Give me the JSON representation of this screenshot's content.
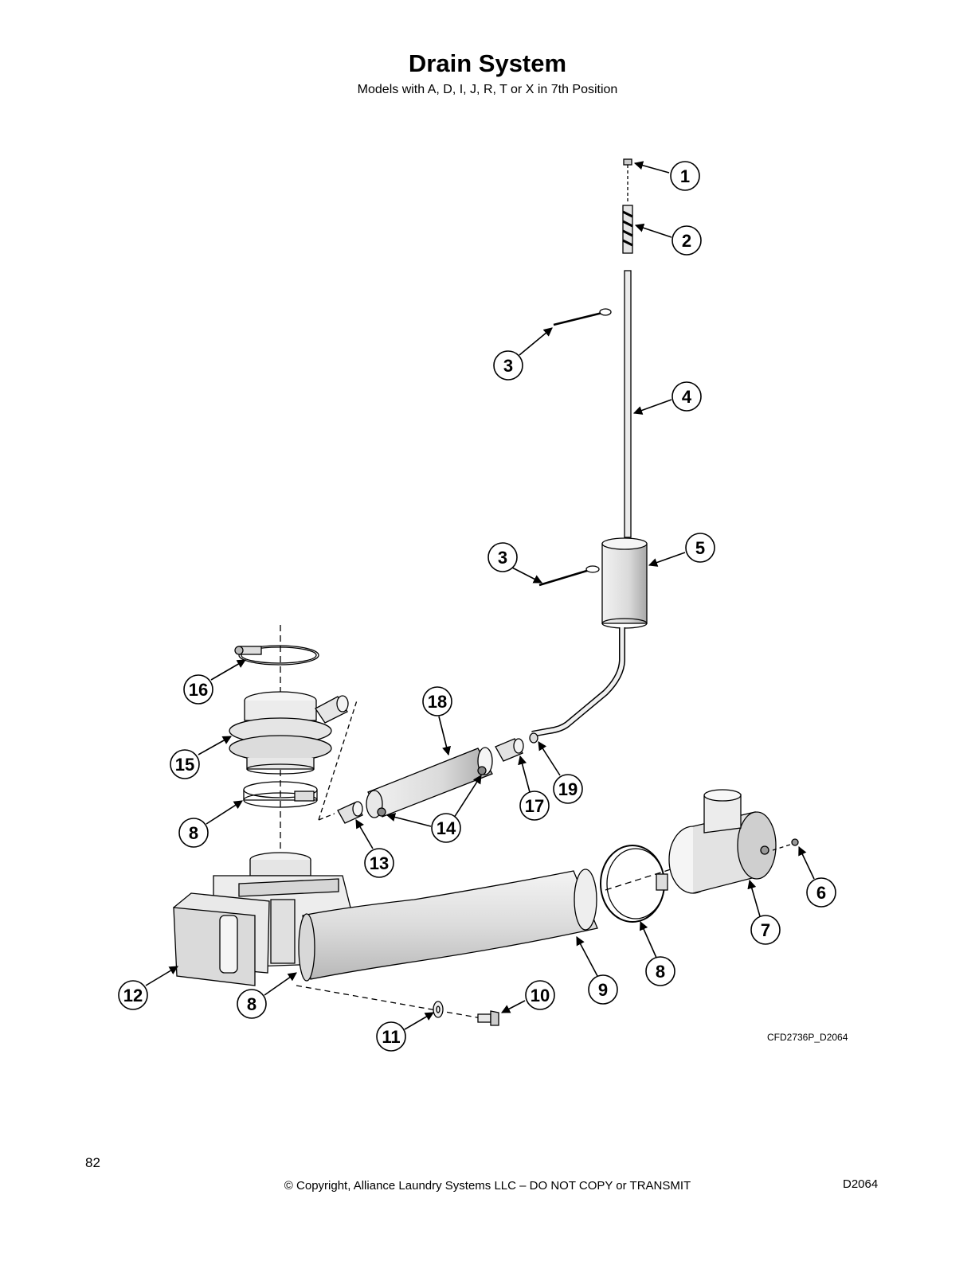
{
  "header": {
    "title": "Drain System",
    "subtitle": "Models with A, D, I, J, R, T or X in 7th Position"
  },
  "diagram": {
    "drawing_code": "CFD2736P_D2064",
    "callouts": [
      "1",
      "2",
      "3",
      "3",
      "4",
      "5",
      "6",
      "7",
      "8",
      "8",
      "8",
      "9",
      "10",
      "11",
      "12",
      "13",
      "14",
      "15",
      "16",
      "17",
      "18",
      "19"
    ]
  },
  "footer": {
    "page_number": "82",
    "copyright": "© Copyright, Alliance Laundry Systems LLC – DO NOT COPY or TRANSMIT",
    "doc_code": "D2064"
  }
}
